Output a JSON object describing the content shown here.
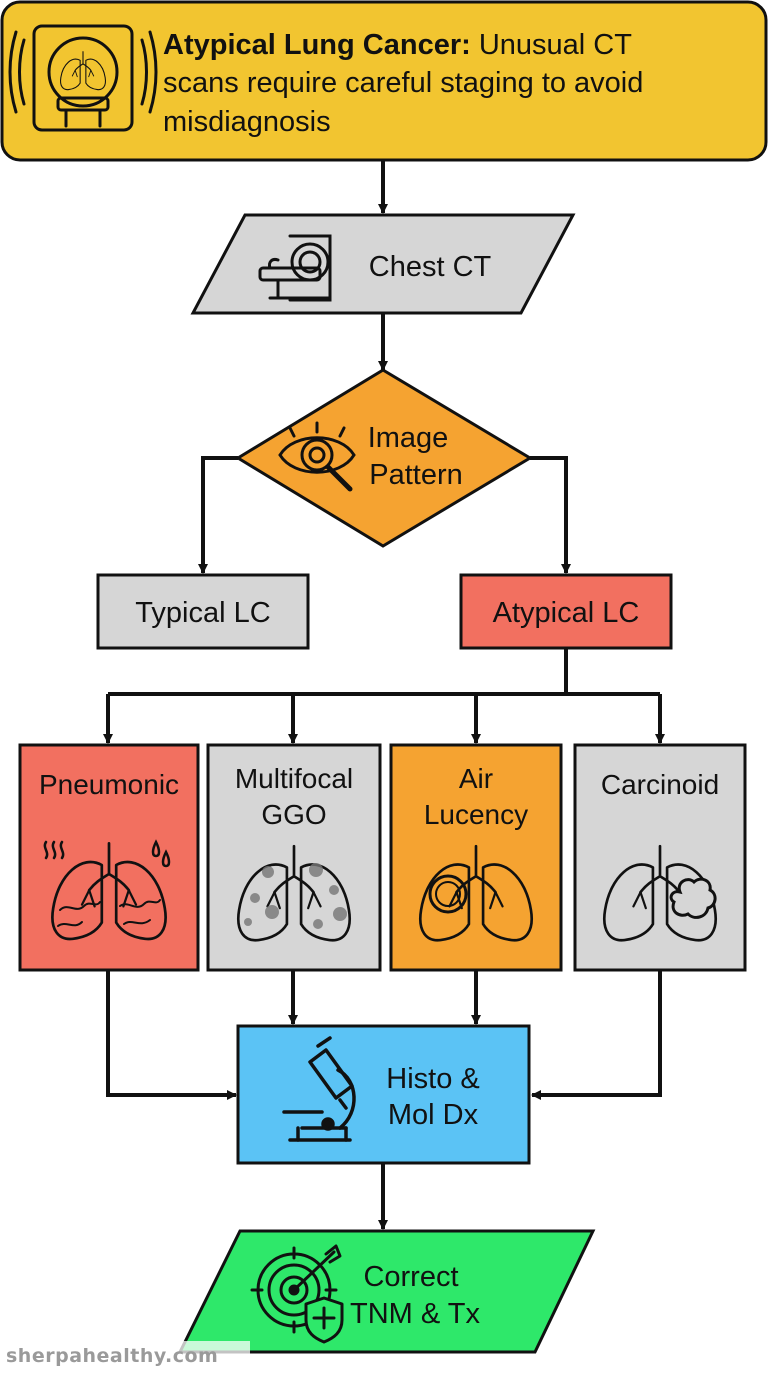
{
  "header": {
    "bold": "Atypical Lung Cancer:",
    "line1": "Unusual CT",
    "line2": "scans require careful staging to avoid",
    "line3": "misdiagnosis"
  },
  "nodes": {
    "chest_ct": "Chest CT",
    "pattern_line1": "Image",
    "pattern_line2": "Pattern",
    "typical": "Typical LC",
    "atypical": "Atypical LC",
    "pneumonic": "Pneumonic",
    "ggo_line1": "Multifocal",
    "ggo_line2": "GGO",
    "air_line1": "Air",
    "air_line2": "Lucency",
    "carcinoid": "Carcinoid",
    "histo_line1": "Histo &",
    "histo_line2": "Mol Dx",
    "correct_line1": "Correct",
    "correct_line2": "TNM & Tx"
  },
  "watermark": "sherpahealthy.com",
  "colors": {
    "header": "#f2c530",
    "gray": "#d6d6d6",
    "orange": "#f5a331",
    "red": "#f27060",
    "blue": "#5bc3f5",
    "green": "#2ee86a",
    "outline": "#111111"
  },
  "icons": {
    "header": "ct-scanner-lungs-icon",
    "chest_ct": "ct-scanner-icon",
    "pattern": "eye-magnifier-icon",
    "pneumonic": "lungs-consolidation-icon",
    "ggo": "lungs-ground-glass-icon",
    "air": "lungs-cavity-icon",
    "carcinoid": "lungs-mass-icon",
    "histo": "microscope-icon",
    "correct": "target-shield-icon"
  }
}
